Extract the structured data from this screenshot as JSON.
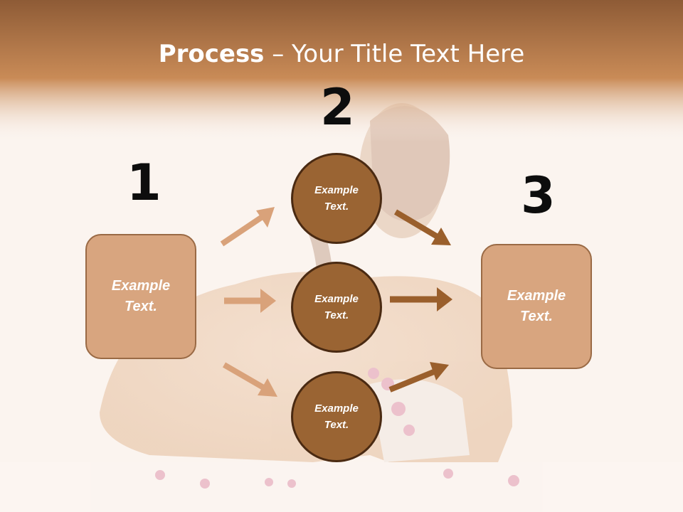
{
  "title": {
    "bold": "Process",
    "rest": " – Your Title Text Here"
  },
  "steps": [
    {
      "number": "1",
      "text": "Example\nText."
    },
    {
      "number": "2",
      "items": [
        {
          "text": "Example\nText."
        },
        {
          "text": "Example\nText."
        },
        {
          "text": "Example\nText."
        }
      ]
    },
    {
      "number": "3",
      "text": "Example\nText."
    }
  ],
  "colors": {
    "header_band": "#c8895a",
    "box_fill": "#d8a57f",
    "box_border": "#9a6a45",
    "circle_fill": "#9a6433",
    "circle_border": "#4a2a12",
    "arrow_light": "#d9a27a",
    "arrow_dark": "#9a5f2c"
  }
}
